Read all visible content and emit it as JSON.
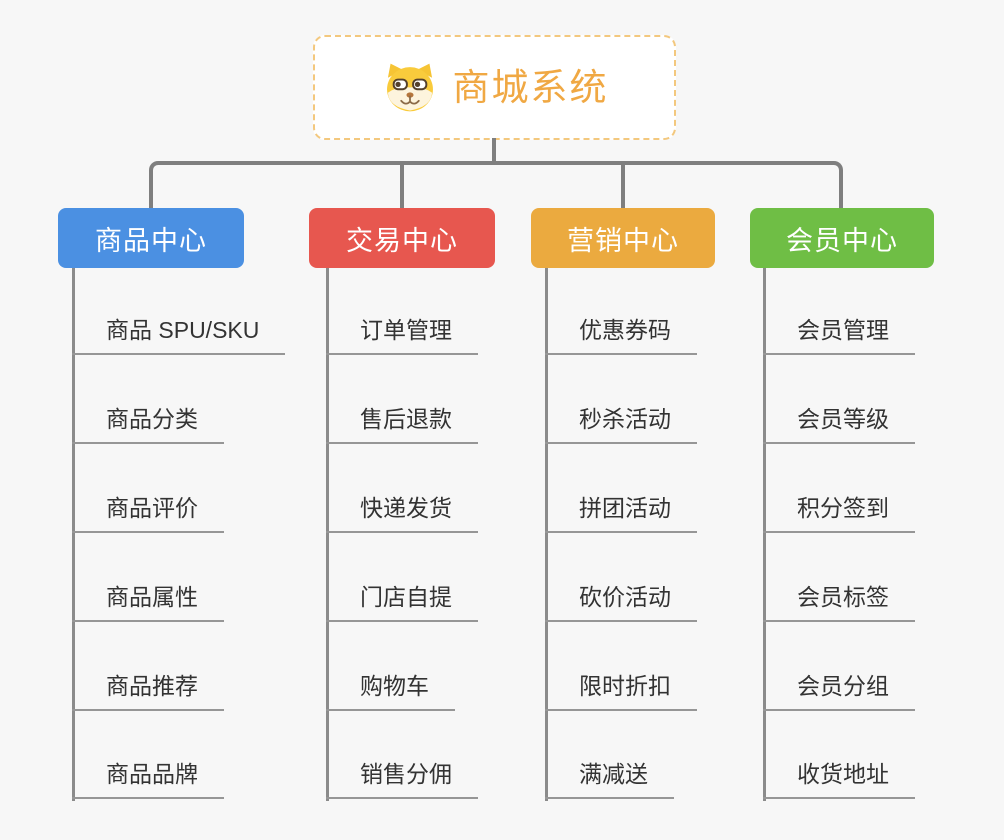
{
  "root": {
    "title": "商城系统",
    "icon": "shiba-dog-icon"
  },
  "branches": [
    {
      "label": "商品中心",
      "color": "#4b90e2",
      "children": [
        "商品 SPU/SKU",
        "商品分类",
        "商品评价",
        "商品属性",
        "商品推荐",
        "商品品牌"
      ]
    },
    {
      "label": "交易中心",
      "color": "#e7574f",
      "children": [
        "订单管理",
        "售后退款",
        "快递发货",
        "门店自提",
        "购物车",
        "销售分佣"
      ]
    },
    {
      "label": "营销中心",
      "color": "#ebaa3f",
      "children": [
        "优惠券码",
        "秒杀活动",
        "拼团活动",
        "砍价活动",
        "限时折扣",
        "满减送"
      ]
    },
    {
      "label": "会员中心",
      "color": "#6fbe45",
      "children": [
        "会员管理",
        "会员等级",
        "积分签到",
        "会员标签",
        "会员分组",
        "收货地址"
      ]
    }
  ],
  "colors": {
    "background": "#f7f7f7",
    "connector": "#7f7f7f",
    "spine": "#8b8b8b",
    "underline": "#969696",
    "leaf_text": "#333333",
    "root_title": "#f0a843",
    "root_border": "#f3c87e"
  }
}
